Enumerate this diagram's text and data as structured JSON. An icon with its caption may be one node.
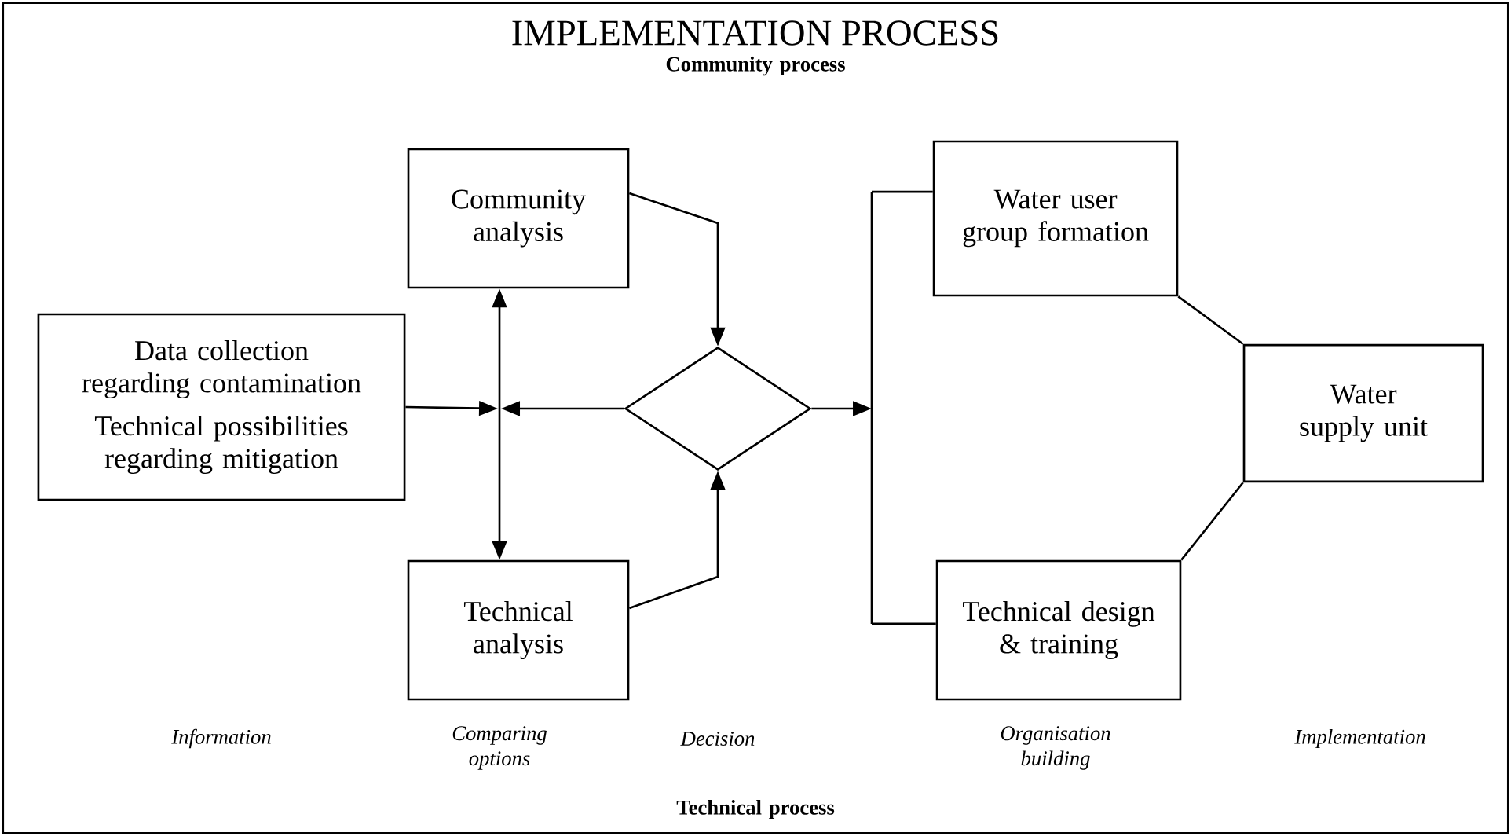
{
  "diagram": {
    "title": "IMPLEMENTATION PROCESS",
    "nodes": [
      {
        "text": [
          "Data collection regarding contamination",
          "Technical possibilities regarding mitigation"
        ]
      },
      {
        "text": [
          "Community analysis"
        ]
      },
      {
        "text": [
          "Technical analysis"
        ]
      },
      {
        "text": [],
        "shape": "diamond"
      },
      {
        "text": [],
        "shape": "bar"
      },
      {
        "text": [
          "Water user group formation"
        ]
      },
      {
        "text": [
          "Technical design & training"
        ]
      },
      {
        "text": [
          "Water supply unit"
        ]
      }
    ],
    "edges": [
      {
        "from": 0,
        "to": null,
        "arrow": "to"
      },
      {
        "from": 3,
        "to": null,
        "arrow": "to"
      },
      {
        "from": 1,
        "to": 2,
        "arrow": "both"
      },
      {
        "from": 1,
        "to": 3,
        "arrow": "to"
      },
      {
        "from": 2,
        "to": 3,
        "arrow": "to"
      },
      {
        "from": 3,
        "to": 4,
        "arrow": "to"
      },
      {
        "from": 4,
        "to": 5,
        "arrow": "none"
      },
      {
        "from": 4,
        "to": 6,
        "arrow": "none"
      },
      {
        "from": 5,
        "to": 7,
        "arrow": "none"
      },
      {
        "from": 6,
        "to": 7,
        "arrow": "none"
      }
    ],
    "labels": [
      "Community process",
      "Information",
      "Comparing options",
      "Decision",
      "Organisation building",
      "Implementation",
      "Technical process"
    ]
  }
}
